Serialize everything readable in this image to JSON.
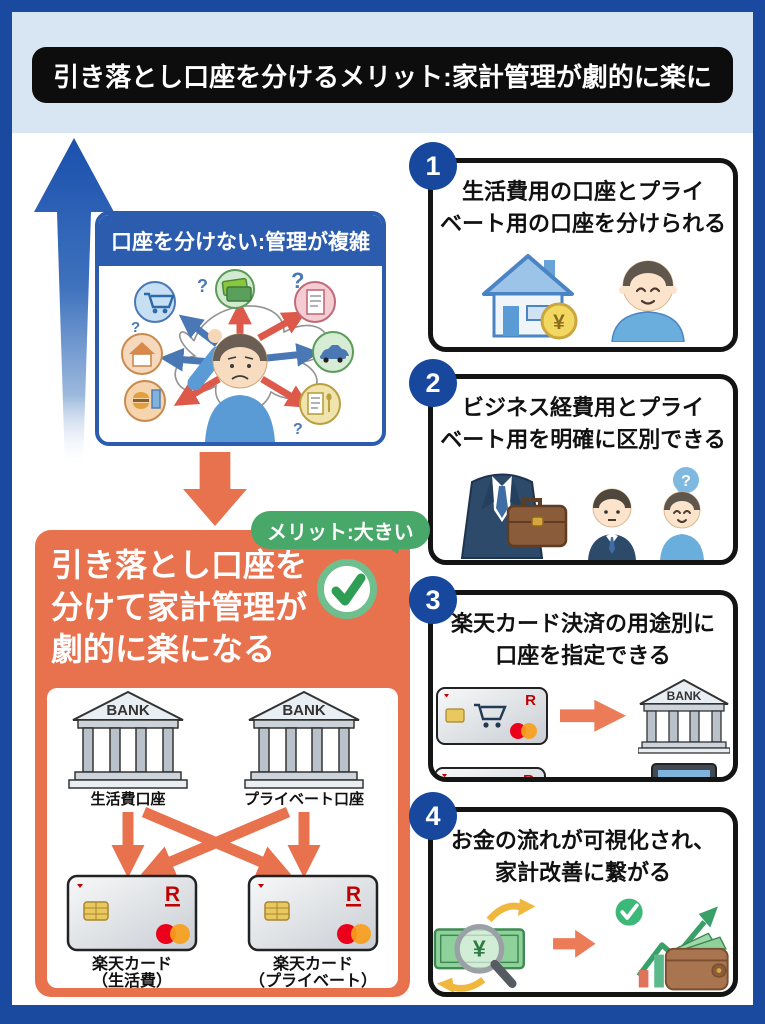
{
  "header": {
    "title": "引き落とし口座を分けるメリット:家計管理が劇的に楽に"
  },
  "problem": {
    "title": "口座を分けない:管理が複雑"
  },
  "merit_badge": {
    "label": "メリット:大きい"
  },
  "solution": {
    "line1": "引き落とし口座を",
    "line2": "分けて家計管理が",
    "line3": "劇的に楽になる"
  },
  "bank_diagram": {
    "bank_label": "BANK",
    "left_account": "生活費口座",
    "right_account": "プライベート口座",
    "card_logo": "R",
    "left_card_line1": "楽天カード",
    "left_card_line2": "（生活費）",
    "right_card_line1": "楽天カード",
    "right_card_line2": "（プライベート）"
  },
  "glyphs": {
    "yen": "¥",
    "question_mark": "?"
  },
  "benefits": [
    {
      "number": "1",
      "line1": "生活費用の口座とプライ",
      "line2": "ベート用の口座を分けられる",
      "icons": [
        "house-with-yen-coin-icon",
        "smiling-person-icon"
      ]
    },
    {
      "number": "2",
      "line1": "ビジネス経費用とプライ",
      "line2": "ベート用を明確に区別できる",
      "icons": [
        "business-suit-icon",
        "briefcase-icon",
        "two-people-question-icon"
      ]
    },
    {
      "number": "3",
      "line1": "楽天カード決済の用途別に",
      "line2": "口座を指定できる",
      "bank_label": "BANK",
      "icons": [
        "cart-card-icon",
        "arrow-right-icon",
        "bank-icon",
        "laptop-card-icon",
        "laptop-icon"
      ]
    },
    {
      "number": "4",
      "line1": "お金の流れが可視化され、",
      "line2": "家計改善に繋がる",
      "icons": [
        "money-magnifier-icon",
        "arrow-right-icon",
        "growth-chart-wallet-icon"
      ]
    }
  ],
  "colors": {
    "frame_blue": "#1a4aa0",
    "header_band": "#d8e6f3",
    "title_bar": "#0d0d0d",
    "card_blue": "#2b5cad",
    "orange": "#e8714e",
    "badge_green": "#47a86a",
    "check_green": "#2f9e55",
    "number_blue": "#17489e",
    "rakuten_red": "#bf0000",
    "mastercard_red": "#eb001b",
    "mastercard_orange": "#f79e1b"
  }
}
